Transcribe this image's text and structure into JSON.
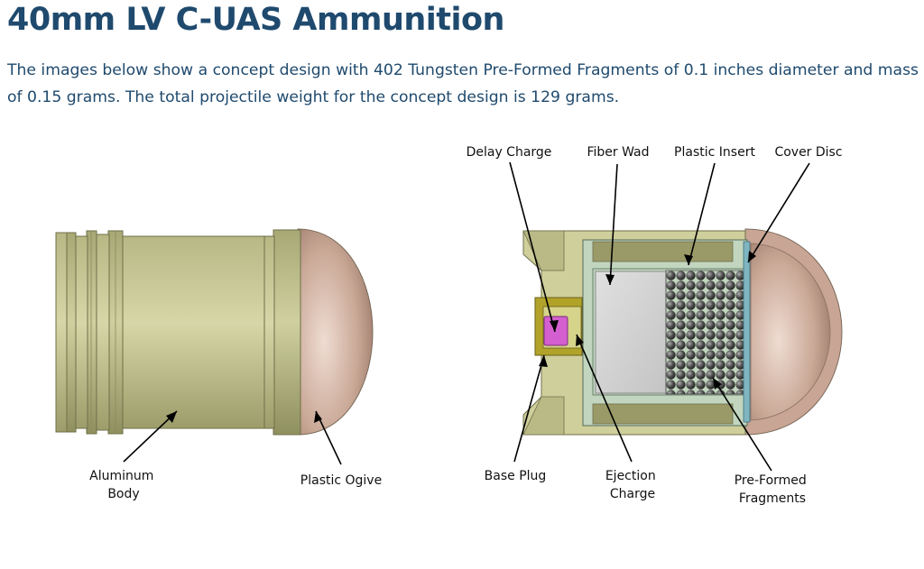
{
  "title": "40mm LV C-UAS Ammunition",
  "description": "The images below show a concept design with 402 Tungsten Pre-Formed Fragments of 0.1 inches diameter and mass of 0.15 grams. The total projectile weight for the concept design is 129 grams.",
  "labels": {
    "aluminum_body": [
      "Aluminum",
      "Body"
    ],
    "plastic_ogive": "Plastic Ogive",
    "delay_charge": "Delay Charge",
    "fiber_wad": "Fiber Wad",
    "plastic_insert": "Plastic Insert",
    "cover_disc": "Cover Disc",
    "base_plug": "Base Plug",
    "ejection_charge": [
      "Ejection",
      "Charge"
    ],
    "pre_formed_fragments": [
      "Pre-Formed",
      "Fragments"
    ]
  },
  "colors": {
    "title": "#1f4a6e",
    "body_metal": "#cfcf9c",
    "ogive": "#c9a896",
    "insert": "#c2d6bf",
    "fiber_wad": "#d4d4d4",
    "delay_charge": "#d45fd0",
    "base_plug": "#b1a22a",
    "fragments": "#4a4a4a"
  }
}
